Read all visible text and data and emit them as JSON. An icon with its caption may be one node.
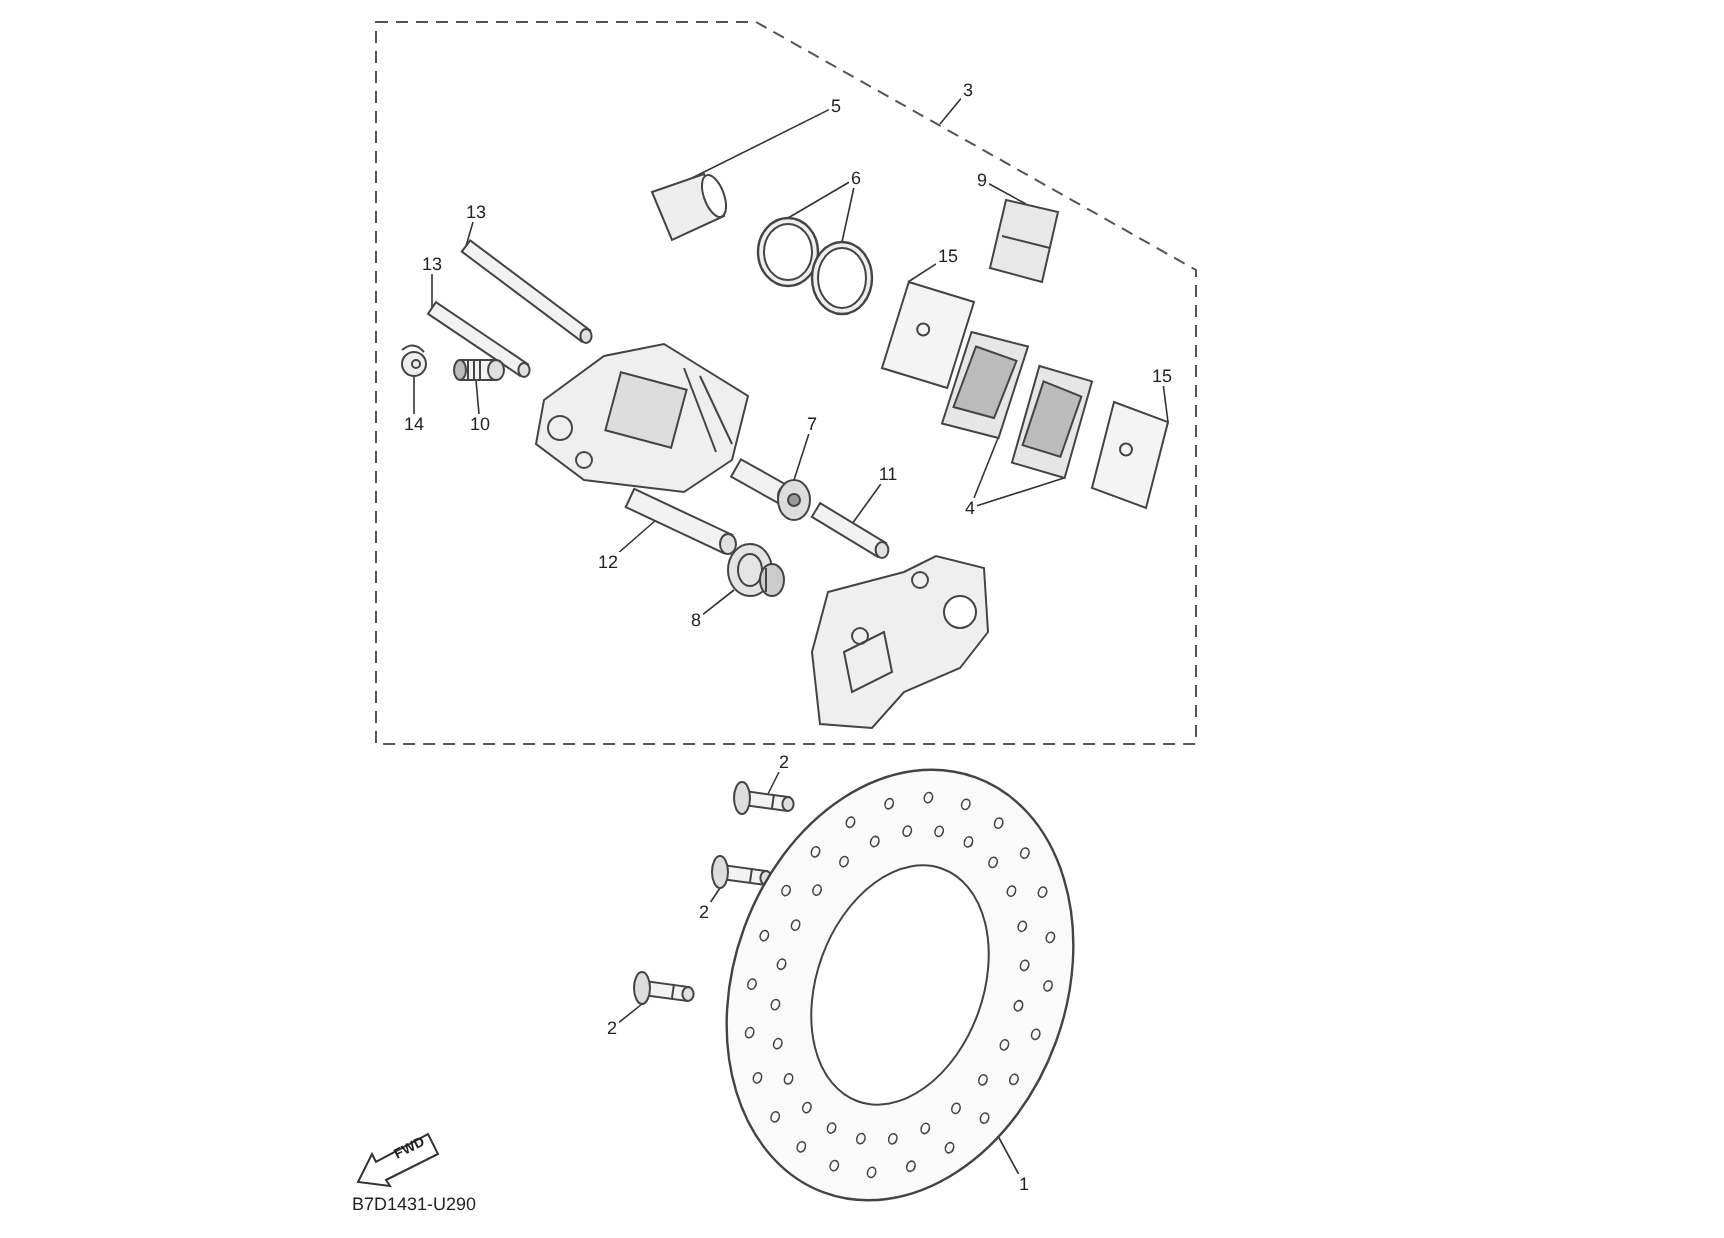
{
  "diagram": {
    "nodes": [
      {
        "text": [
          "3"
        ]
      },
      {
        "text": [
          "5"
        ],
        "in": 19
      },
      {
        "text": [
          "6"
        ],
        "in": 19
      },
      {
        "text": [
          "9"
        ],
        "in": 19
      },
      {
        "text": [
          "13"
        ],
        "in": 19
      },
      {
        "text": [
          "15"
        ],
        "in": 19
      },
      {
        "text": [
          "13"
        ],
        "in": 19
      },
      {
        "text": [
          "14"
        ],
        "in": 19
      },
      {
        "text": [
          "10"
        ],
        "in": 19
      },
      {
        "text": [
          "7"
        ],
        "in": 19
      },
      {
        "text": [
          "15"
        ],
        "in": 19
      },
      {
        "text": [
          "11"
        ],
        "in": 19
      },
      {
        "text": [
          "4"
        ],
        "in": 19
      },
      {
        "text": [
          "12"
        ],
        "in": 19
      },
      {
        "text": [
          "8"
        ],
        "in": 19
      },
      {
        "text": [
          "2"
        ]
      },
      {
        "text": [
          "2"
        ]
      },
      {
        "text": [
          "2"
        ]
      },
      {
        "text": [
          "1"
        ]
      },
      {
        "text": [],
        "shape": "box"
      },
      {
        "text": [],
        "shape": "picture",
        "in": 19
      },
      {
        "text": [],
        "shape": "picture",
        "in": 19
      },
      {
        "text": [],
        "shape": "picture",
        "in": 19
      },
      {
        "text": [],
        "shape": "picture",
        "in": 19
      },
      {
        "text": [],
        "shape": "picture",
        "in": 19
      },
      {
        "text": [],
        "shape": "picture",
        "in": 19
      },
      {
        "text": [],
        "shape": "picture",
        "in": 19
      },
      {
        "text": [],
        "shape": "picture",
        "in": 19
      },
      {
        "text": [],
        "shape": "picture",
        "in": 19
      },
      {
        "text": [],
        "shape": "picture",
        "in": 19
      },
      {
        "text": [],
        "shape": "picture",
        "in": 19
      },
      {
        "text": [],
        "shape": "picture",
        "in": 19
      },
      {
        "text": [],
        "shape": "picture",
        "in": 19
      },
      {
        "text": [],
        "shape": "picture",
        "in": 19
      },
      {
        "text": [],
        "shape": "picture",
        "in": 19
      },
      {
        "text": [],
        "shape": "picture",
        "in": 19
      },
      {
        "text": [],
        "shape": "picture"
      },
      {
        "text": [],
        "shape": "picture"
      },
      {
        "text": [],
        "shape": "picture"
      },
      {
        "text": [],
        "shape": "picture"
      },
      {
        "text": [],
        "shape": "picture",
        "in": 19
      },
      {
        "text": [],
        "shape": "picture",
        "in": 19
      }
    ],
    "edges": [
      {
        "from": 0,
        "to": 19,
        "arrow": "none"
      },
      {
        "from": 1,
        "to": 20,
        "arrow": "none"
      },
      {
        "from": 2,
        "to": 21,
        "arrow": "none"
      },
      {
        "from": 2,
        "to": 22,
        "arrow": "none"
      },
      {
        "from": 3,
        "to": 23,
        "arrow": "none"
      },
      {
        "from": 4,
        "to": 24,
        "arrow": "none"
      },
      {
        "from": 5,
        "to": 25,
        "arrow": "none"
      },
      {
        "from": 6,
        "to": 26,
        "arrow": "none"
      },
      {
        "from": 7,
        "to": 27,
        "arrow": "none"
      },
      {
        "from": 8,
        "to": 28,
        "arrow": "none"
      },
      {
        "from": 9,
        "to": 29,
        "arrow": "none"
      },
      {
        "from": 10,
        "to": 30,
        "arrow": "none"
      },
      {
        "from": 11,
        "to": 31,
        "arrow": "none"
      },
      {
        "from": 12,
        "to": 32,
        "arrow": "none"
      },
      {
        "from": 12,
        "to": 33,
        "arrow": "none"
      },
      {
        "from": 13,
        "to": 34,
        "arrow": "none"
      },
      {
        "from": 14,
        "to": 35,
        "arrow": "none"
      },
      {
        "from": 15,
        "to": 36,
        "arrow": "none"
      },
      {
        "from": 16,
        "to": 37,
        "arrow": "none"
      },
      {
        "from": 17,
        "to": 38,
        "arrow": "none"
      },
      {
        "from": 18,
        "to": 39,
        "arrow": "none"
      }
    ],
    "labels": [
      "FWD",
      "B7D1431-U290"
    ]
  }
}
